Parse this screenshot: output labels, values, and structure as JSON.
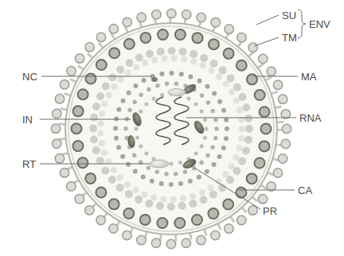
{
  "diagram": {
    "labels": [
      "SU",
      "ENV",
      "TM",
      "NC",
      "MA",
      "IN",
      "RNA",
      "RT",
      "CA",
      "PR"
    ]
  }
}
